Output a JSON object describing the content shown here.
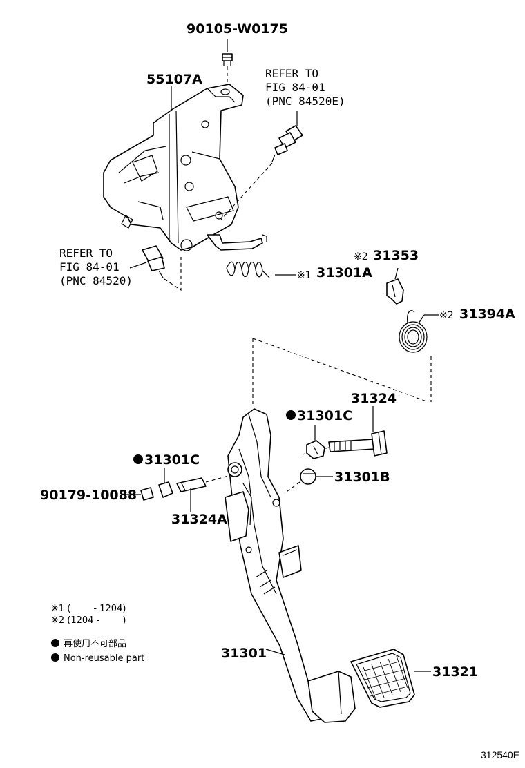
{
  "parts": {
    "bolt_top": "90105-W0175",
    "bracket": "55107A",
    "spring_sub": "31301A",
    "clip": "31353",
    "return_spring": "31394A",
    "pivot_bolt": "31324",
    "nut_right": "31301C",
    "nut_left": "31301C",
    "bushing": "31301B",
    "nut_small": "90179-10088",
    "collar": "31324A",
    "pedal_arm": "31301",
    "pedal_pad": "31321"
  },
  "refs": {
    "top": [
      "REFER TO",
      "FIG 84-01",
      "(PNC 84520E)"
    ],
    "left": [
      "REFER TO",
      "FIG 84-01",
      "(PNC 84520)"
    ]
  },
  "marks": {
    "m1": "※1",
    "m2": "※2"
  },
  "notes": {
    "n1": "※1 (        - 1204)",
    "n2": "※2 (1204 -        )",
    "jp": "再使用不可部品",
    "en": "Non-reusable part"
  },
  "figure_id": "312540E"
}
